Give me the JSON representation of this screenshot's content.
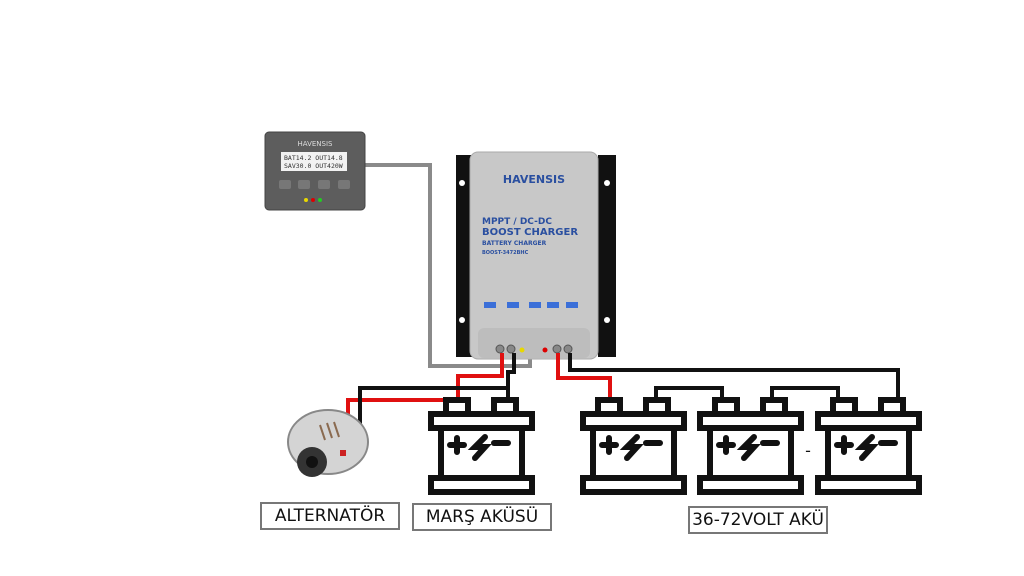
{
  "controller": {
    "brand": "HAVENSIS",
    "line1": "MPPT / DC-DC",
    "line2": "BOOST CHARGER",
    "line3": "BATTERY CHARGER",
    "model": "BOOST-3472BHC"
  },
  "remote": {
    "brand": "HAVENSIS",
    "display_row1": "BAT14.2  OUT14.8",
    "display_row2": "SAV30.0  OUT420W"
  },
  "labels": {
    "alternator": "ALTERNATÖR",
    "starter_battery": "MARŞ AKÜSÜ",
    "battery_bank": "36-72VOLT AKÜ"
  },
  "series_separator": "-",
  "colors": {
    "positive_wire": "#e01010",
    "negative_wire": "#111111",
    "signal_wire": "#8a8a8a",
    "brand_blue": "#2a4fa0"
  }
}
